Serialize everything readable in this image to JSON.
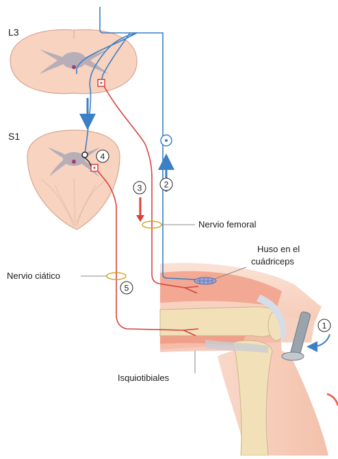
{
  "labels": {
    "segment_top": "L3",
    "segment_bottom": "S1",
    "femoral_nerve": "Nervio femoral",
    "spindle_line1": "Huso en el",
    "spindle_line2": "cuádriceps",
    "sciatic_nerve": "Nervio ciático",
    "hamstrings": "Isquiotibiales"
  },
  "steps": [
    "1",
    "2",
    "3",
    "4",
    "5"
  ],
  "colors": {
    "afferent": "#3b7fc4",
    "efferent": "#d8413d",
    "cord_tissue": "#f7d3c0",
    "gray_matter": "#b7aeb8",
    "muscle": "#f1a08a",
    "bone": "#f2e1b8",
    "sheath": "#d9a21b"
  }
}
